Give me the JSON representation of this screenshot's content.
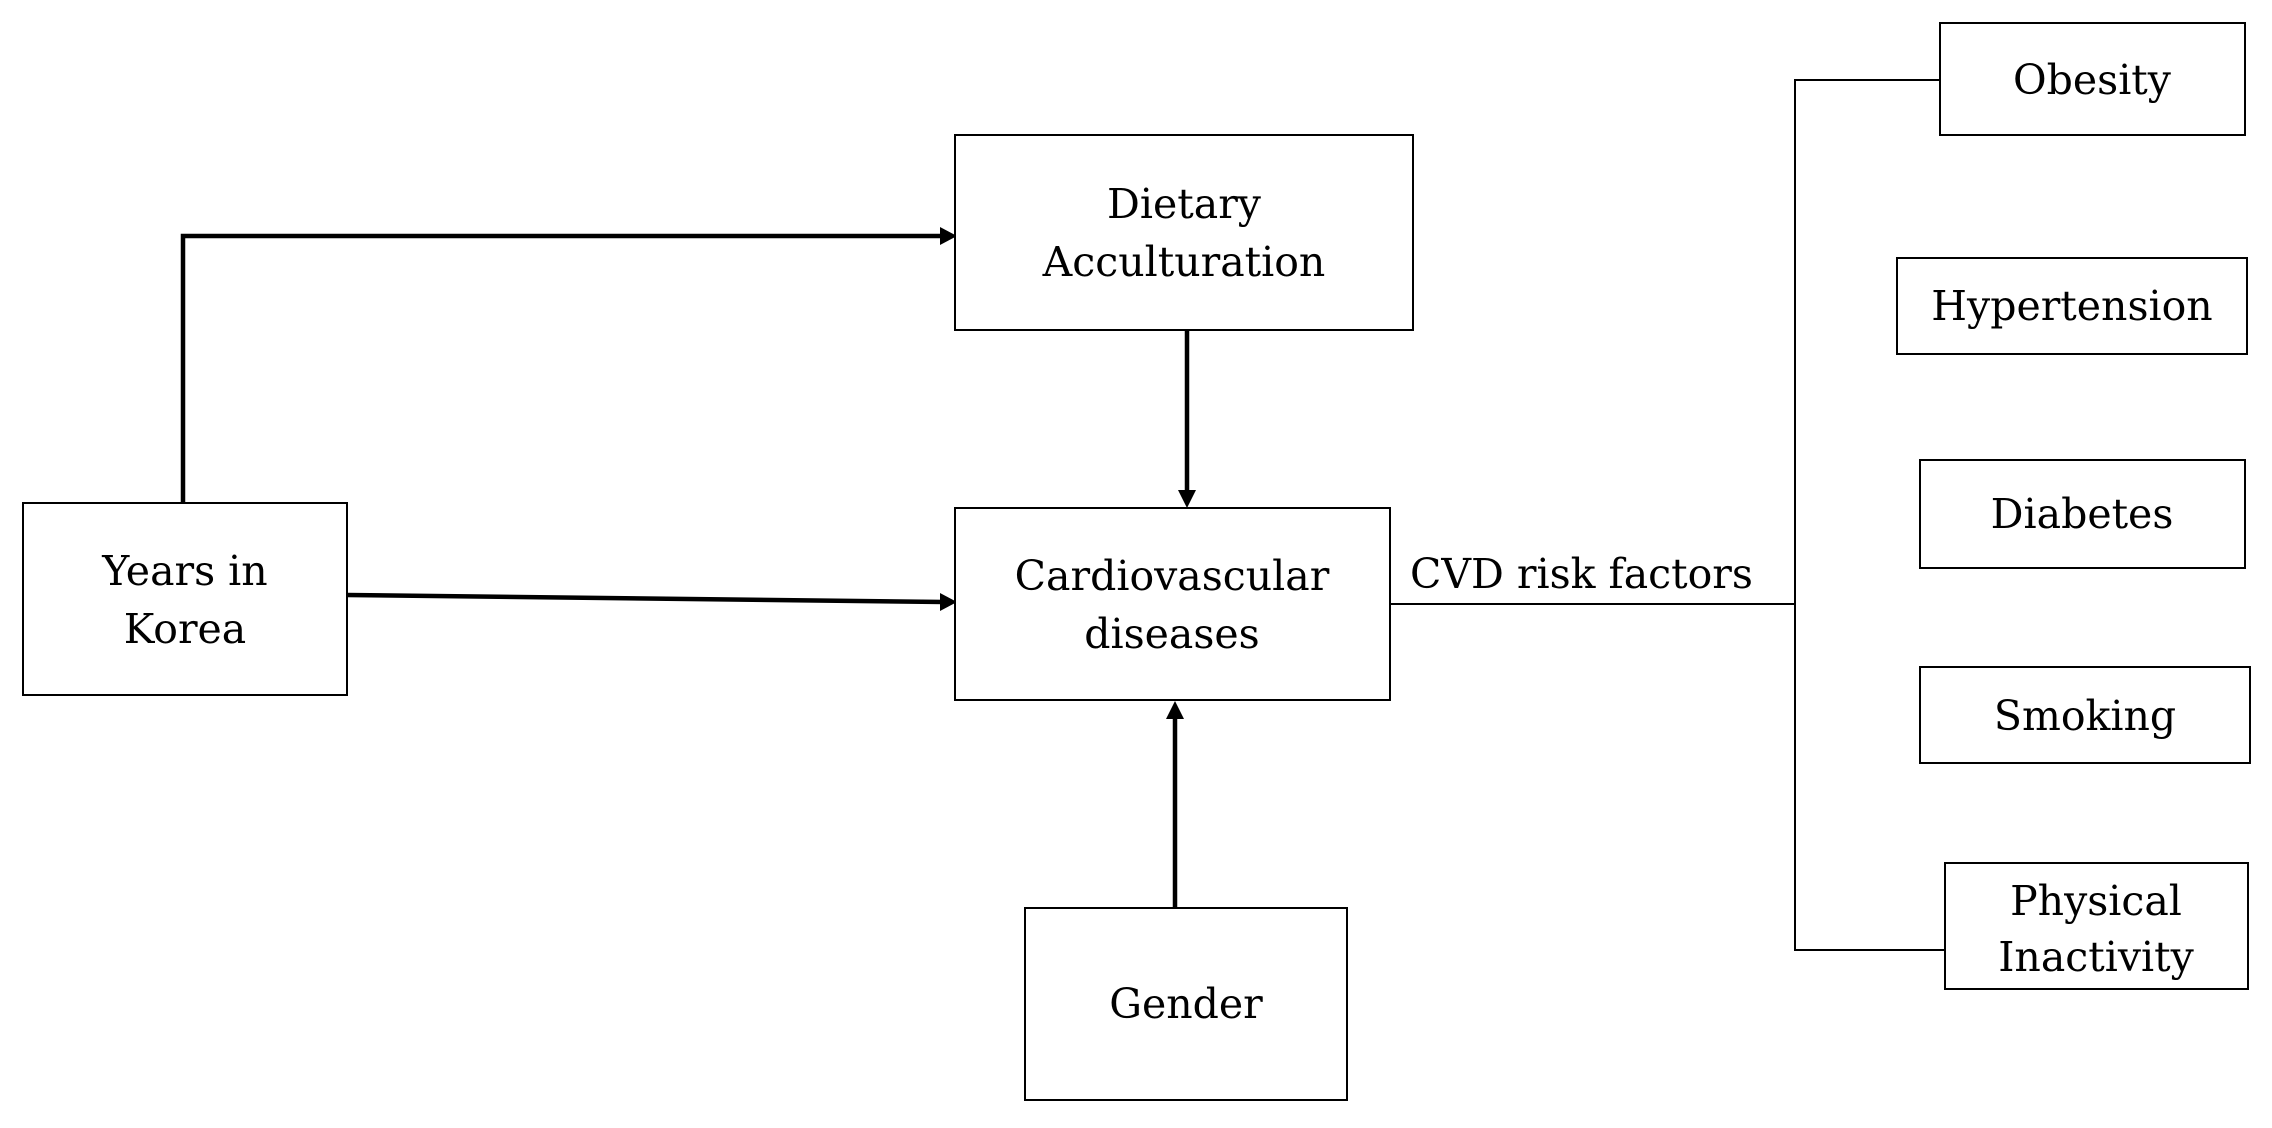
{
  "nodes": {
    "years": {
      "line1": "Years in",
      "line2": "Korea"
    },
    "dietary": {
      "line1": "Dietary",
      "line2": "Acculturation"
    },
    "cvd": {
      "line1": "Cardiovascular",
      "line2": "diseases"
    },
    "gender": {
      "label": "Gender"
    }
  },
  "edge_label": "CVD risk factors",
  "risk_factors": {
    "obesity": "Obesity",
    "hypertension": "Hypertension",
    "diabetes": "Diabetes",
    "smoking": "Smoking",
    "physical_inactivity": {
      "line1": "Physical",
      "line2": "Inactivity"
    }
  }
}
